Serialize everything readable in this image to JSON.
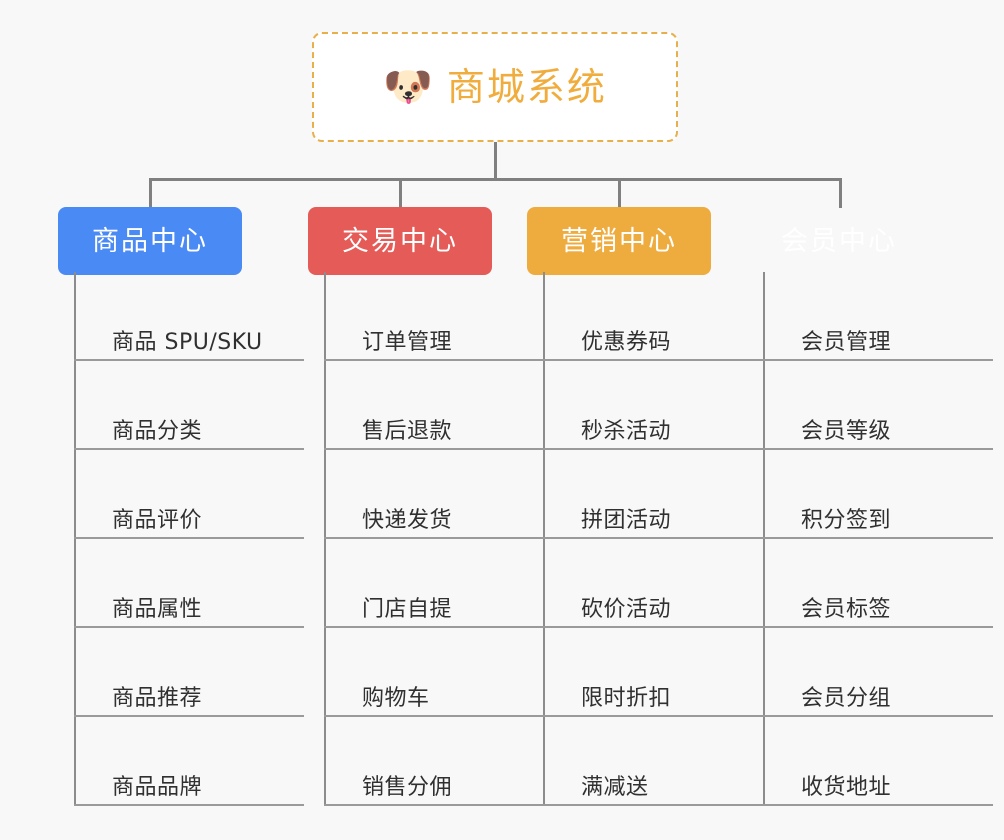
{
  "diagram": {
    "title": "商城系统",
    "background_color": "#f8f8f8",
    "root": {
      "label": "商城系统",
      "icon": "shiba-dog-face-emoji",
      "emoji": "🐶",
      "text_color": "#f0ad3e",
      "border_color": "#e8b04b",
      "background_color": "#ffffff"
    },
    "connector_color": "#808080",
    "branches": [
      {
        "label": "商品中心",
        "color": "#4a8af4",
        "items": [
          "商品 SPU/SKU",
          "商品分类",
          "商品评价",
          "商品属性",
          "商品推荐",
          "商品品牌"
        ]
      },
      {
        "label": "交易中心",
        "color": "#e45b57",
        "items": [
          "订单管理",
          "售后退款",
          "快递发货",
          "门店自提",
          "购物车",
          "销售分佣"
        ]
      },
      {
        "label": "营销中心",
        "color": "#eeab3e",
        "items": [
          "优惠券码",
          "秒杀活动",
          "拼团活动",
          "砍价活动",
          "限时折扣",
          "满减送"
        ]
      },
      {
        "label": "会员中心",
        "color": "#79c council",
        "items": [
          "会员管理",
          "会员等级",
          "积分签到",
          "会员标签",
          "会员分组",
          "收货地址"
        ]
      }
    ]
  }
}
